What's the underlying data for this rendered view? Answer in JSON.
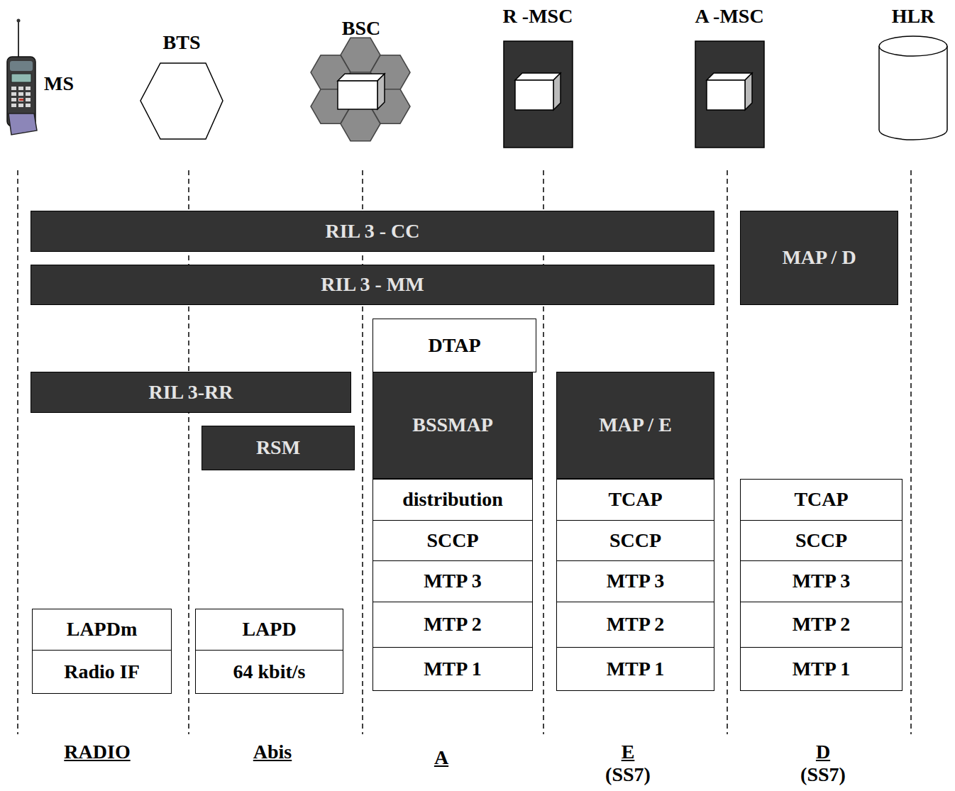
{
  "diagram": {
    "nodes": [
      {
        "text": [
          "MS"
        ]
      },
      {
        "text": [
          "BTS"
        ]
      },
      {
        "text": [
          "BSC"
        ]
      },
      {
        "text": [
          "R -MSC"
        ]
      },
      {
        "text": [
          "A -MSC"
        ]
      },
      {
        "text": [
          "HLR"
        ]
      },
      {
        "text": [
          "RIL 3 - CC"
        ]
      },
      {
        "text": [
          "MAP / D"
        ]
      },
      {
        "text": [
          "RIL 3 - MM"
        ]
      },
      {
        "text": [
          "DTAP"
        ]
      },
      {
        "text": [
          "RIL 3-RR"
        ]
      },
      {
        "text": [
          "BSSMAP"
        ]
      },
      {
        "text": [
          "MAP / E"
        ]
      },
      {
        "text": [
          "RSM"
        ]
      },
      {
        "text": [
          "distribution"
        ]
      },
      {
        "text": [
          "TCAP"
        ]
      },
      {
        "text": [
          "TCAP"
        ]
      },
      {
        "text": [
          "SCCP"
        ]
      },
      {
        "text": [
          "SCCP"
        ]
      },
      {
        "text": [
          "SCCP"
        ]
      },
      {
        "text": [
          "MTP 3"
        ]
      },
      {
        "text": [
          "MTP 3"
        ]
      },
      {
        "text": [
          "MTP 3"
        ]
      },
      {
        "text": [
          "LAPDm"
        ]
      },
      {
        "text": [
          "LAPD"
        ]
      },
      {
        "text": [
          "MTP 2"
        ]
      },
      {
        "text": [
          "MTP 2"
        ]
      },
      {
        "text": [
          "MTP 2"
        ]
      },
      {
        "text": [
          "Radio IF"
        ]
      },
      {
        "text": [
          "64 kbit/s"
        ]
      },
      {
        "text": [
          "MTP 1"
        ]
      },
      {
        "text": [
          "MTP 1"
        ]
      },
      {
        "text": [
          "MTP 1"
        ]
      }
    ],
    "labels": [
      "RADIO",
      "Abis",
      "A",
      "E",
      "(SS7)",
      "D",
      "(SS7)"
    ]
  }
}
